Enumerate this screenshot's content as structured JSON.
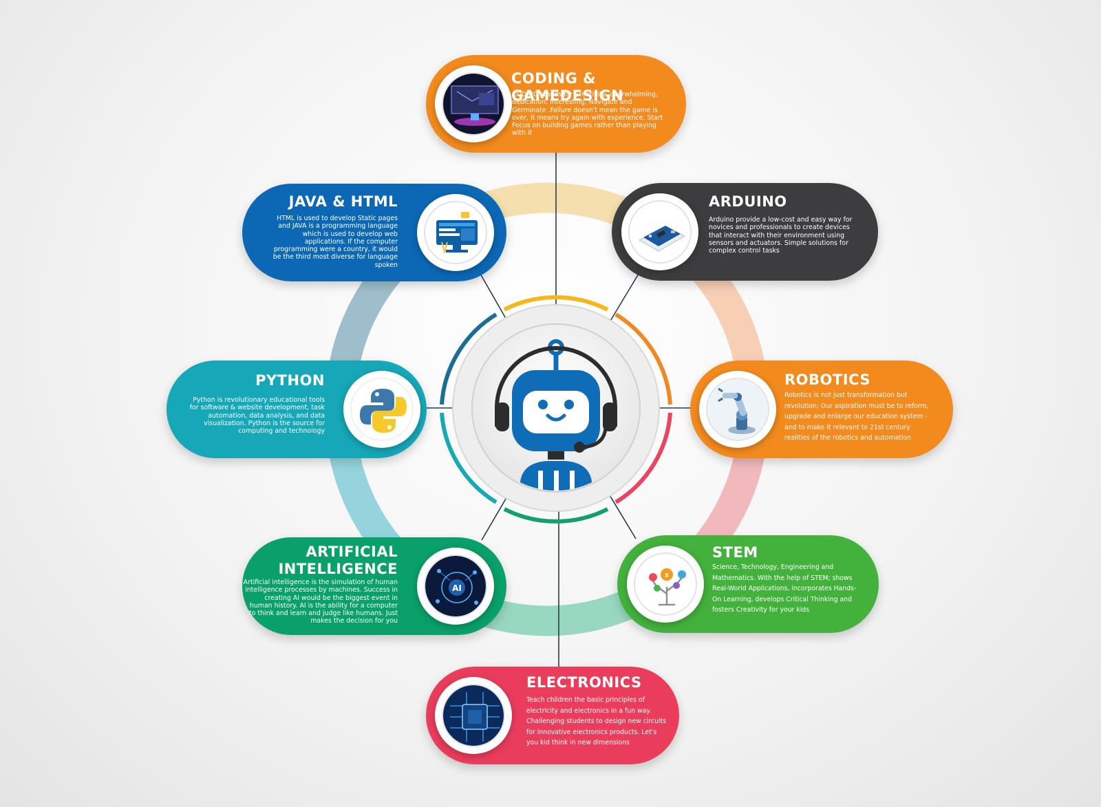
{
  "hub": {
    "icon": "robot-headset-icon"
  },
  "colors": {
    "orange": "#f28a1e",
    "blue": "#0c68b4",
    "charcoal": "#3d3d3f",
    "teal": "#16a7b8",
    "green": "#0aa06a",
    "lime": "#43b23c",
    "red": "#ea3d5b"
  },
  "topics": {
    "coding": {
      "title": "CODING & GAMEDESIGN",
      "text": "CODING stands for Creativity, overwhelming, dedication, Interesting, Navigate and Germinate .Failure doesn't mean the game is over, it means try again with experience. Start Focus on building games rather than playing with it",
      "icon": "game-screen-icon"
    },
    "java": {
      "title": "JAVA & HTML",
      "text": "HTML is used to develop Static pages and JAVA is a programming language which is used to develop web applications. If the computer programming were a country, it would be the third most diverse for language spoken",
      "icon": "web-development-icon"
    },
    "arduino": {
      "title": "ARDUINO",
      "text": "Arduino provide a low-cost and easy way for novices and professionals to create devices that interact with their environment using sensors and actuators. Simple solutions for complex control tasks",
      "icon": "arduino-board-icon"
    },
    "python": {
      "title": "PYTHON",
      "text": "Python is revolutionary educational tools for software & website development, task automation, data analysis, and data visualization. Python is the source for computing and technology",
      "icon": "python-logo-icon"
    },
    "robotics": {
      "title": "ROBOTICS",
      "text": "Robotics is not just transformation but revolution; Our aspiration must be to reform, upgrade and enlarge our education system - and to make it relevant to 21st century realities of the robotics and automation",
      "icon": "robot-arm-icon"
    },
    "ai": {
      "title": "ARTIFICIAL INTELLIGENCE",
      "text": "Artificial intelligence is the simulation of human intelligence processes by machines. Success in creating AI would be the biggest event in human history. AI is the ability for a computer to think and learn and judge like humans. Just makes the decision for you",
      "icon": "ai-brain-icon"
    },
    "stem": {
      "title": "STEM",
      "text": "Science, Technology, Engineering and Mathematics. With the help of STEM; shows Real-World Applications, incorporates Hands-On Learning, develops Critical Thinking and fosters Creativity for your kids",
      "icon": "stem-tree-icon"
    },
    "electronics": {
      "title": "ELECTRONICS",
      "text": "Teach children the basic principles of electricity and electronics in a fun way. Challenging students to design new circuits for innovative electronics products. Let's you kid think in new dimensions",
      "icon": "circuit-chip-icon"
    }
  }
}
